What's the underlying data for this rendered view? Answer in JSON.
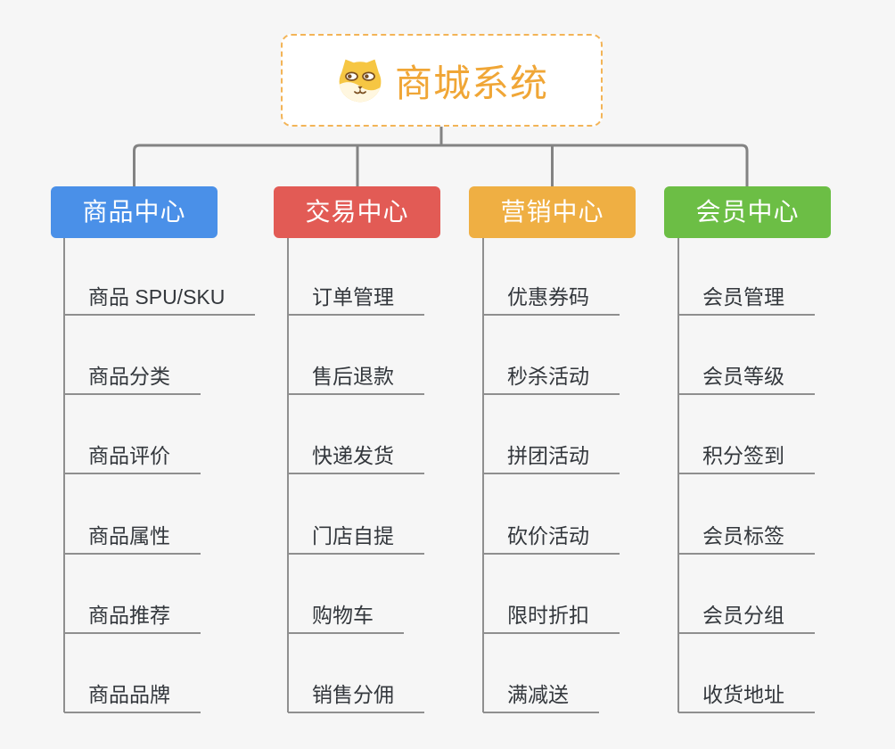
{
  "root": {
    "label": "商城系统",
    "icon": "dog-face-icon",
    "text_color": "#f0a636",
    "border_color": "#f3b457"
  },
  "connector_color": "#838383",
  "leaf_line_color": "#8f8f8f",
  "branches": [
    {
      "label": "商品中心",
      "color": "#4a90e8",
      "children": [
        "商品 SPU/SKU",
        "商品分类",
        "商品评价",
        "商品属性",
        "商品推荐",
        "商品品牌"
      ]
    },
    {
      "label": "交易中心",
      "color": "#e25b55",
      "children": [
        "订单管理",
        "售后退款",
        "快递发货",
        "门店自提",
        "购物车",
        "销售分佣"
      ]
    },
    {
      "label": "营销中心",
      "color": "#efaf43",
      "children": [
        "优惠券码",
        "秒杀活动",
        "拼团活动",
        "砍价活动",
        "限时折扣",
        "满减送"
      ]
    },
    {
      "label": "会员中心",
      "color": "#6cbe45",
      "children": [
        "会员管理",
        "会员等级",
        "积分签到",
        "会员标签",
        "会员分组",
        "收货地址"
      ]
    }
  ]
}
